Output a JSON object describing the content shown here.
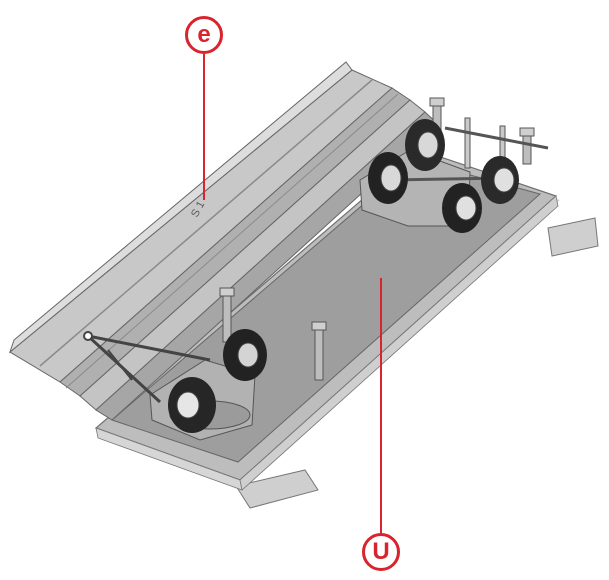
{
  "callouts": {
    "top_label": "e",
    "bottom_label": "U"
  },
  "rail_marking": "S 1",
  "colors": {
    "accent": "#d9232d",
    "base": "#a8a8a8",
    "rail": "#b9b9b9",
    "shadow": "#7d7d7d",
    "dark": "#222222"
  }
}
